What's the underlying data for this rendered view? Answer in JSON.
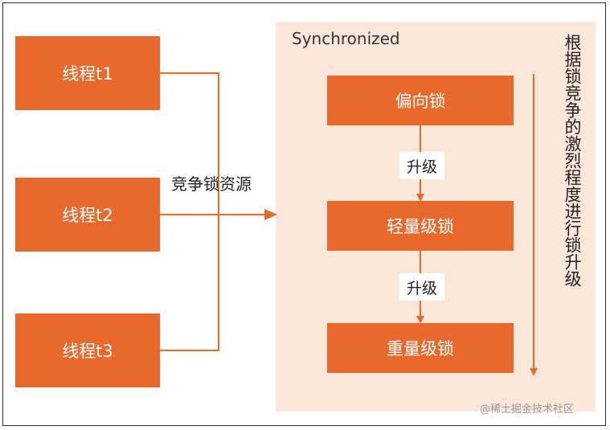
{
  "threads": [
    "线程t1",
    "线程t2",
    "线程t3"
  ],
  "compete_label": "竞争锁资源",
  "sync": {
    "title": "Synchronized",
    "locks": [
      "偏向锁",
      "轻量级锁",
      "重量级锁"
    ],
    "upgrade_labels": [
      "升级",
      "升级"
    ],
    "side_text": "根据锁竞争的激烈程度进行锁升级"
  },
  "watermark": "@稀土掘金技术社区",
  "colors": {
    "accent": "#e9692c",
    "panel_bg": "#fbe6da",
    "text": "#222222"
  }
}
